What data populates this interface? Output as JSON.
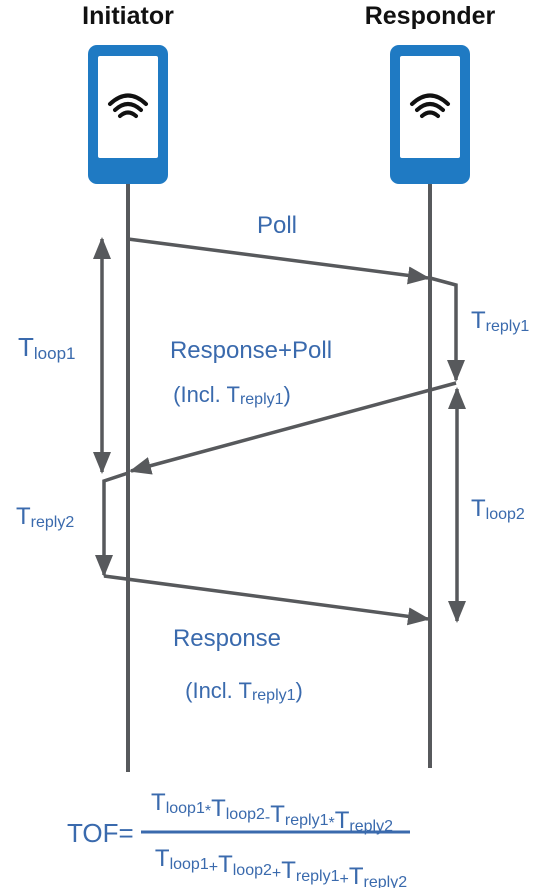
{
  "participants": {
    "initiator": "Initiator",
    "responder": "Responder"
  },
  "messages": {
    "poll": "Poll",
    "response_poll": "Response+Poll",
    "response_poll_incl_open": "(Incl. T",
    "response_poll_incl_sub": "reply1",
    "response_poll_incl_close": ")",
    "response": "Response",
    "response_incl_open": "(Incl. T",
    "response_incl_sub": "reply1",
    "response_incl_close": ")"
  },
  "intervals": {
    "tloop1_t": "T",
    "tloop1_sub": "loop1",
    "treply1_t": "T",
    "treply1_sub": "reply1",
    "treply2_t": "T",
    "treply2_sub": "reply2",
    "tloop2_t": "T",
    "tloop2_sub": "loop2"
  },
  "formula": {
    "lhs": "TOF=",
    "num": [
      {
        "t": "T",
        "s": "loop1"
      },
      {
        "op": "*"
      },
      {
        "t": "T",
        "s": "loop2"
      },
      {
        "op": "-"
      },
      {
        "t": "T",
        "s": "reply1"
      },
      {
        "op": "*"
      },
      {
        "t": "T",
        "s": "reply2"
      }
    ],
    "den": [
      {
        "t": "T",
        "s": "loop1"
      },
      {
        "op": "+"
      },
      {
        "t": "T",
        "s": "loop2"
      },
      {
        "op": "+"
      },
      {
        "t": "T",
        "s": "reply1"
      },
      {
        "op": "+"
      },
      {
        "t": "T",
        "s": "reply2"
      }
    ]
  },
  "colors": {
    "device": "#1f7ac3",
    "line": "#57595c",
    "text": "#3a6aad",
    "fraction_bar": "#3a6aad"
  },
  "icons": {
    "device": "smartphone-icon",
    "signal": "wifi-icon"
  }
}
